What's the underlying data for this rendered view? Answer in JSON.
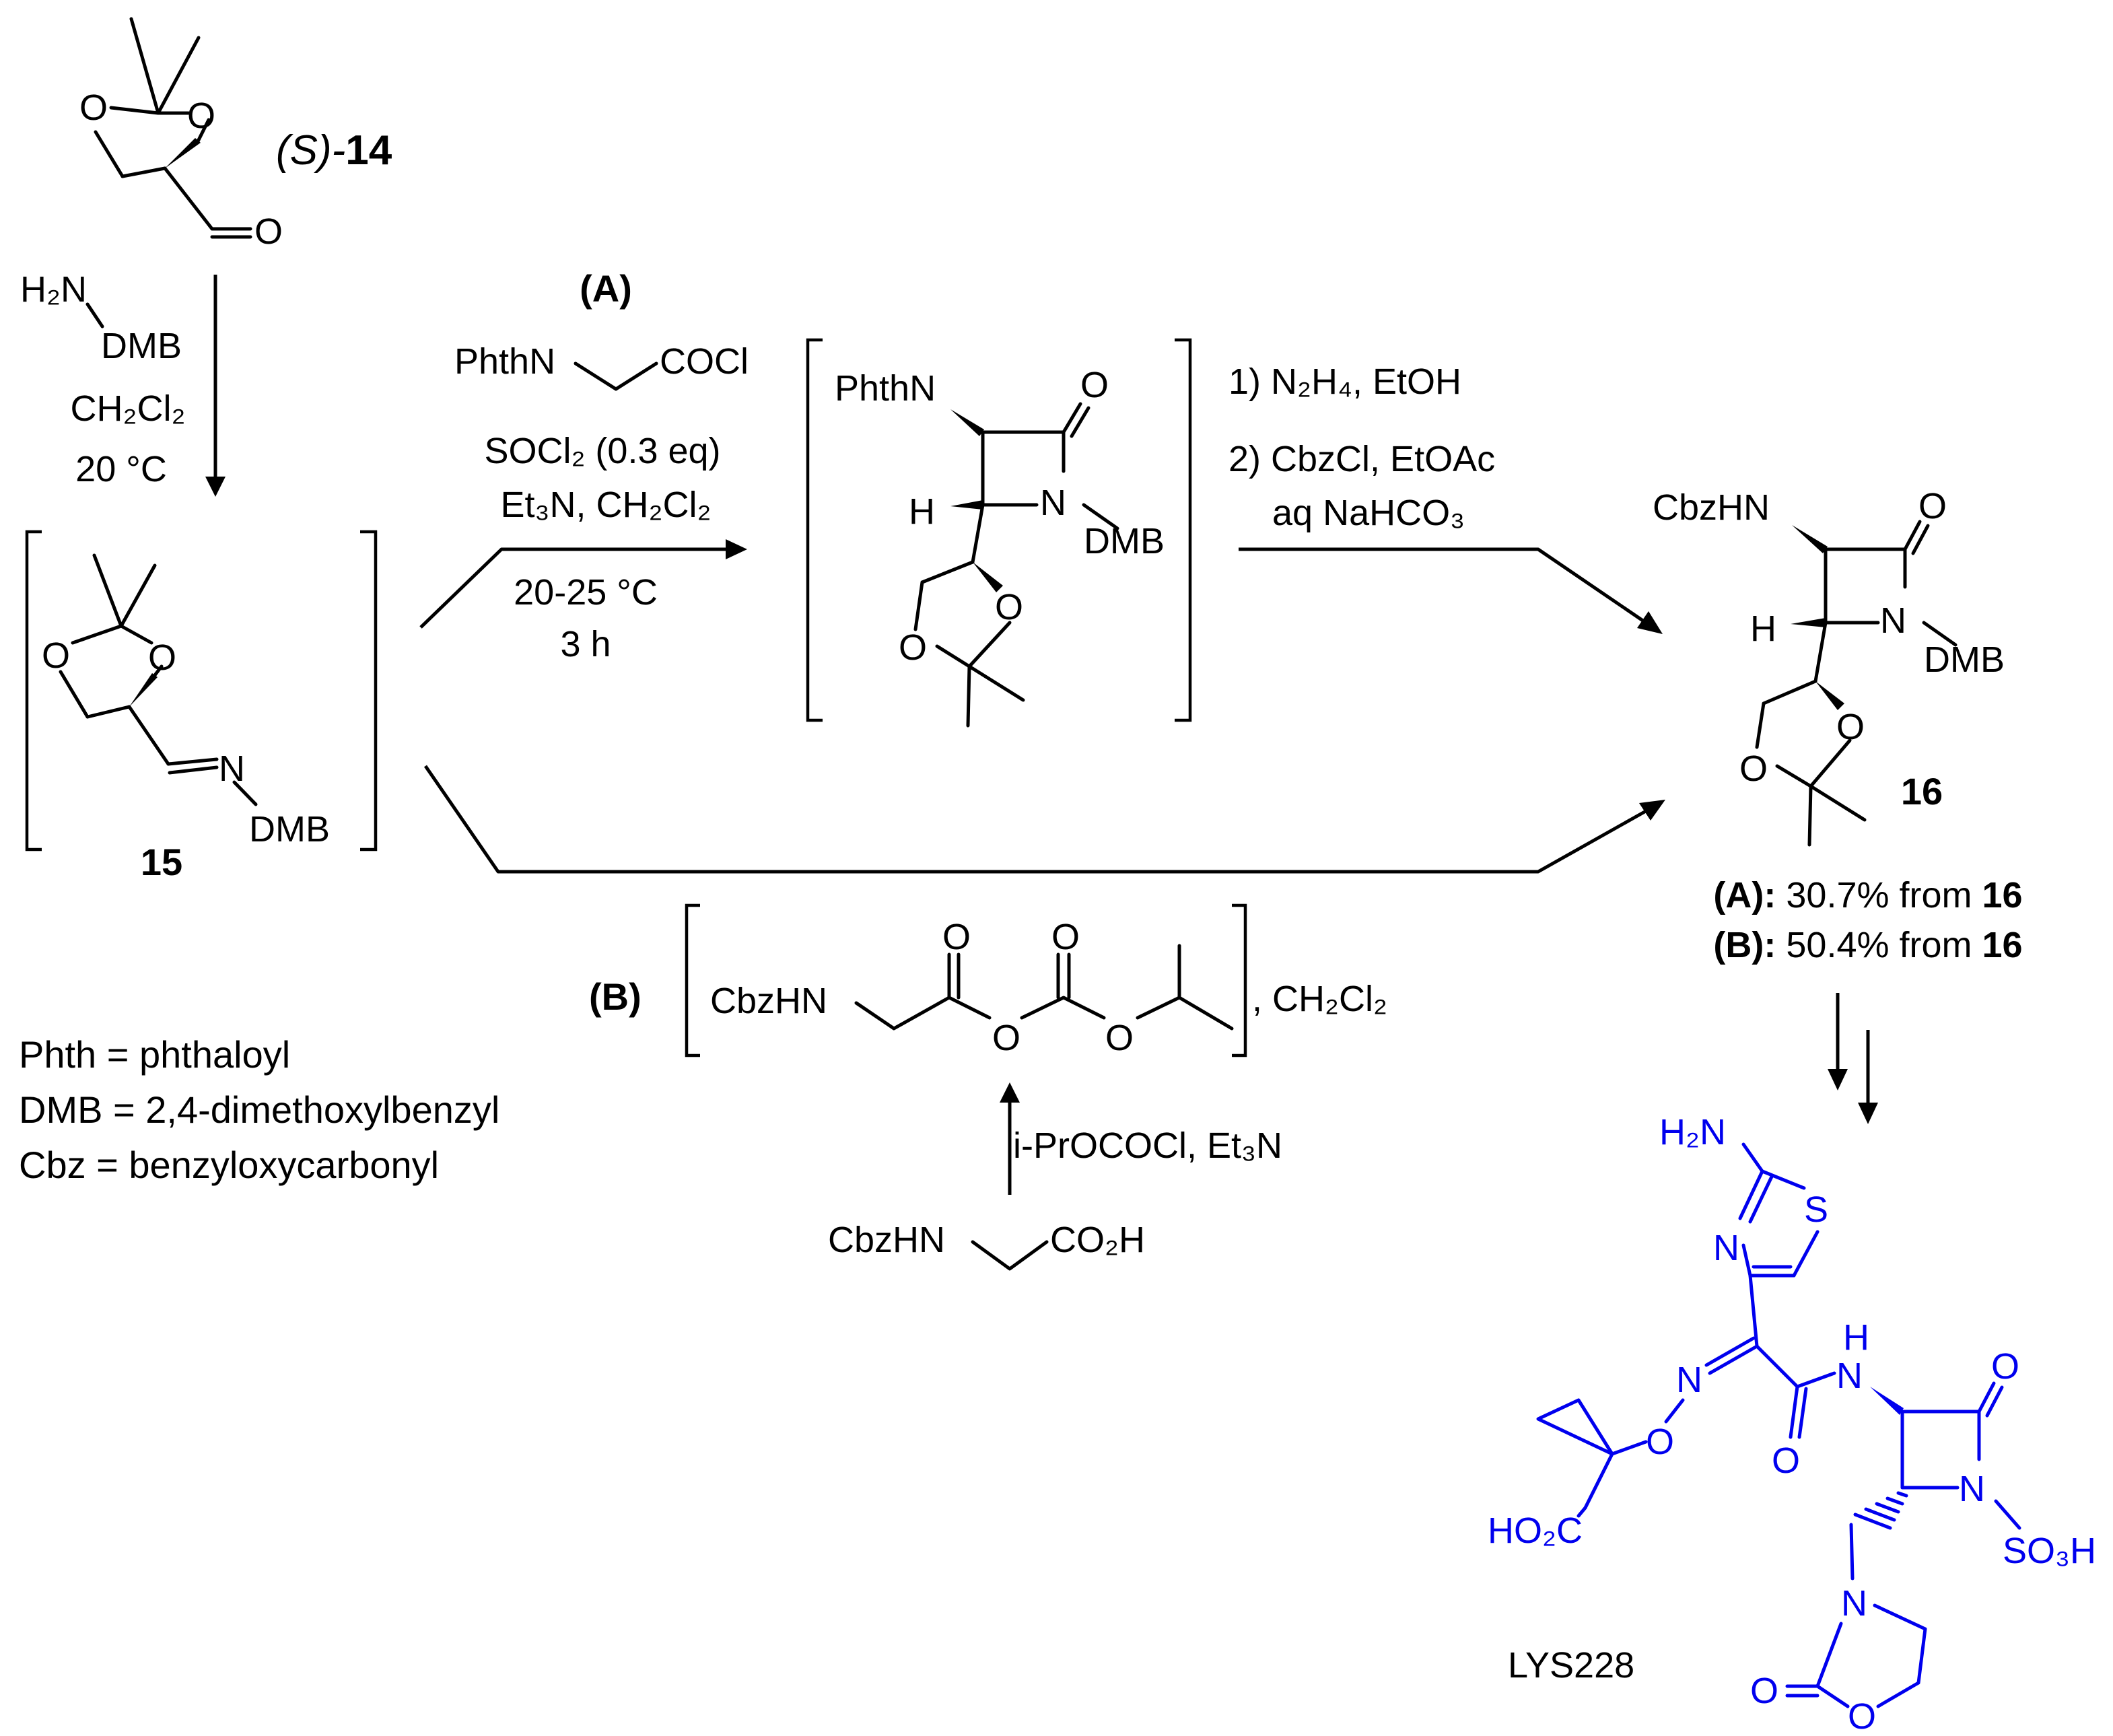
{
  "compounds": {
    "c14": {
      "label_prefix": "(S)-",
      "number": "14"
    },
    "c15": {
      "number": "15"
    },
    "c16": {
      "number": "16"
    },
    "final": {
      "name": "LYS228"
    }
  },
  "atoms": {
    "O": "O",
    "N": "N",
    "H": "H",
    "S": "S",
    "DMB": "DMB",
    "PhthN": "PhthN",
    "CbzHN": "CbzHN",
    "COCl": "COCl",
    "H2N": "H₂N",
    "HO2C": "HO₂C",
    "SO3H": "SO₃H",
    "CO2H": "CO₂H"
  },
  "step1": {
    "reagent_amine": "H₂N",
    "reagent_amine_sub": "DMB",
    "solvent": "CH₂Cl₂",
    "temperature": "20 °C"
  },
  "routeA": {
    "label": "(A)",
    "reagent_1": "PhthN",
    "reagent_1_group": "COCl",
    "reagent_2": "SOCl₂ (0.3 eq)",
    "reagent_3": "Et₃N, CH₂Cl₂",
    "temperature": "20-25 °C",
    "time": "3 h"
  },
  "deprotection": {
    "step_1": "1) N₂H₄, EtOH",
    "step_2": "2) CbzCl, EtOAc",
    "step_3": "aq NaHCO₃"
  },
  "routeB": {
    "label": "(B)",
    "solvent": ", CH₂Cl₂",
    "activation": "i-PrOCOCl, Et₃N",
    "precursor_left": "CbzHN",
    "precursor_right": "CO₂H"
  },
  "yields": {
    "a_label": "(A):",
    "a_value": " 30.7% from ",
    "a_ref": "16",
    "b_label": "(B):",
    "b_value": " 50.4% from ",
    "b_ref": "16"
  },
  "legend": [
    "Phth = phthaloyl",
    "DMB = 2,4-dimethoxylbenzyl",
    "Cbz = benzyloxycarbonyl"
  ],
  "colors": {
    "structure": "#000000",
    "target": "#0000ee"
  }
}
